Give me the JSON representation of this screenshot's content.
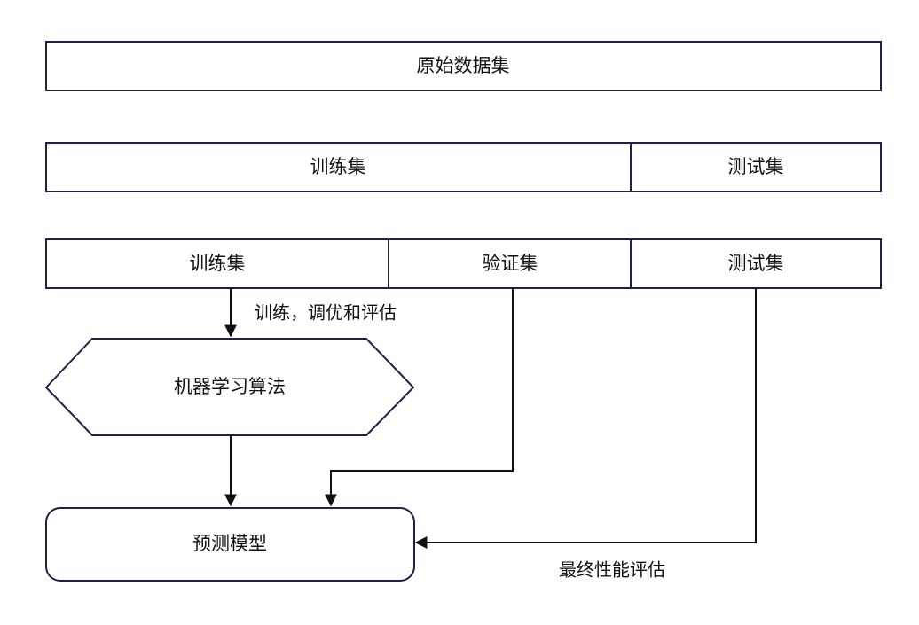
{
  "diagram": {
    "raw_dataset": "原始数据集",
    "split1": {
      "train": "训练集",
      "test": "测试集"
    },
    "split2": {
      "train": "训练集",
      "validation": "验证集",
      "test": "测试集"
    },
    "algorithm": "机器学习算法",
    "model": "预测模型",
    "train_edge_label": "训练，调优和评估",
    "eval_edge_label": "最终性能评估"
  },
  "colors": {
    "box_stroke": "#1d2147",
    "arrow": "#111111",
    "text": "#111111"
  }
}
